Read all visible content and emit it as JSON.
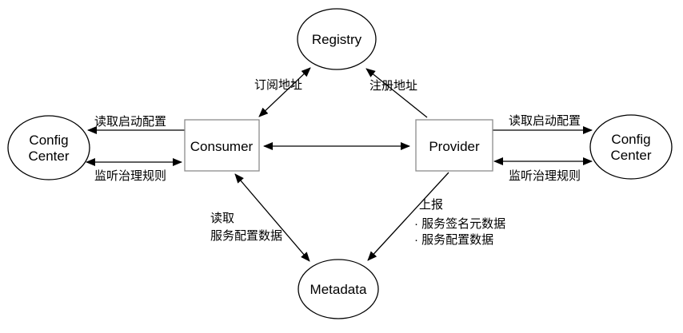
{
  "diagram": {
    "nodes": {
      "registry": {
        "label": "Registry"
      },
      "consumer": {
        "label": "Consumer"
      },
      "provider": {
        "label": "Provider"
      },
      "metadata": {
        "label": "Metadata"
      },
      "config_center_left": {
        "line1": "Config",
        "line2": "Center"
      },
      "config_center_right": {
        "line1": "Config",
        "line2": "Center"
      }
    },
    "edges": {
      "consumer_registry": {
        "label": "订阅地址"
      },
      "provider_registry": {
        "label": "注册地址"
      },
      "consumer_config_read": {
        "label": "读取启动配置"
      },
      "consumer_config_listen": {
        "label": "监听治理规则"
      },
      "provider_config_read": {
        "label": "读取启动配置"
      },
      "provider_config_listen": {
        "label": "监听治理规则"
      },
      "consumer_metadata": {
        "line1": "读取",
        "line2": "服务配置数据"
      },
      "provider_metadata": {
        "line1": "上报",
        "line2": "· 服务签名元数据",
        "line3": "· 服务配置数据"
      }
    },
    "colors": {
      "line": "#000000",
      "box_border": "#8c8c8c",
      "background": "#ffffff"
    }
  }
}
